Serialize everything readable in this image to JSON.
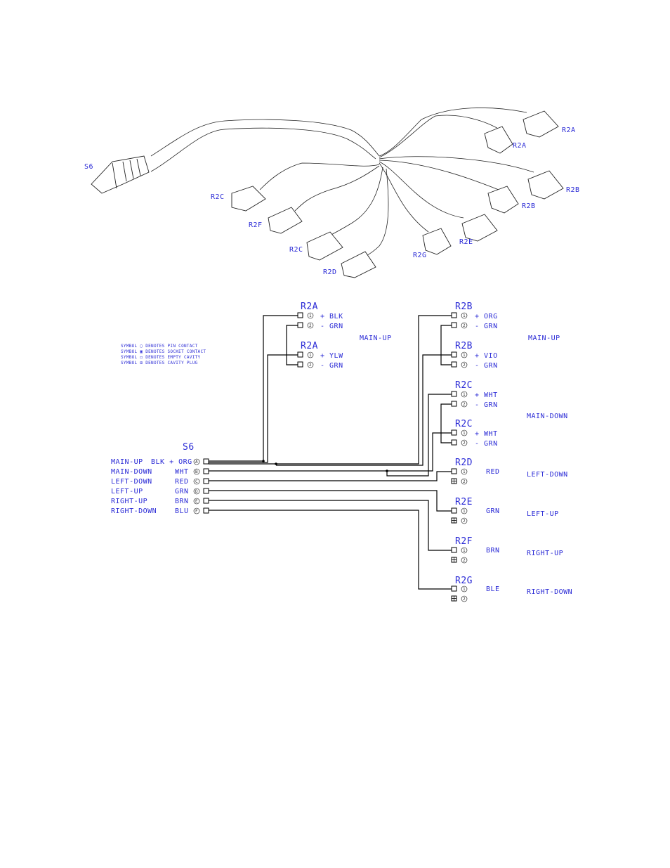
{
  "harness": {
    "s6_label": "S6",
    "r2a_label_1": "R2A",
    "r2a_label_2": "R2A",
    "r2b_label_1": "R2B",
    "r2b_label_2": "R2B",
    "r2c_label_1": "R2C",
    "r2c_label_2": "R2C",
    "r2d_label": "R2D",
    "r2e_label": "R2E",
    "r2f_label": "R2F",
    "r2g_label": "R2G"
  },
  "legend": {
    "lines": [
      "SYMBOL ▢ DENOTES PIN CONTACT",
      "SYMBOL ▣ DENOTES SOCKET CONTACT",
      "SYMBOL ◻ DENOTES EMPTY CAVITY",
      "SYMBOL ⊞ DENOTES CAVITY PLUG"
    ]
  },
  "s6": {
    "title": "S6",
    "rows": [
      {
        "func": "MAIN-UP",
        "color": "BLK + ORG",
        "pin": "A"
      },
      {
        "func": "MAIN-DOWN",
        "color": "WHT",
        "pin": "B"
      },
      {
        "func": "LEFT-DOWN",
        "color": "RED",
        "pin": "C"
      },
      {
        "func": "LEFT-UP",
        "color": "GRN",
        "pin": "D"
      },
      {
        "func": "RIGHT-UP",
        "color": "BRN",
        "pin": "E"
      },
      {
        "func": "RIGHT-DOWN",
        "color": "BLU",
        "pin": "F"
      }
    ]
  },
  "connectors": {
    "r2a_1": {
      "title": "R2A",
      "p1": "+ BLK",
      "p2": "- GRN"
    },
    "r2a_2": {
      "title": "R2A",
      "p1": "+ YLW",
      "p2": "- GRN"
    },
    "r2a_func": "MAIN-UP",
    "r2b_1": {
      "title": "R2B",
      "p1": "+ ORG",
      "p2": "- GRN"
    },
    "r2b_2": {
      "title": "R2B",
      "p1": "+ VIO",
      "p2": "- GRN"
    },
    "r2b_func": "MAIN-UP",
    "r2c_1": {
      "title": "R2C",
      "p1": "+ WHT",
      "p2": "- GRN"
    },
    "r2c_2": {
      "title": "R2C",
      "p1": "+ WHT",
      "p2": "- GRN"
    },
    "r2c_func": "MAIN-DOWN",
    "r2d": {
      "title": "R2D",
      "p1": "RED",
      "func": "LEFT-DOWN"
    },
    "r2e": {
      "title": "R2E",
      "p1": "GRN",
      "func": "LEFT-UP"
    },
    "r2f": {
      "title": "R2F",
      "p1": "BRN",
      "func": "RIGHT-UP"
    },
    "r2g": {
      "title": "R2G",
      "p1": "BLE",
      "func": "RIGHT-DOWN"
    }
  },
  "pin_numbers": {
    "one": "1",
    "two": "2"
  }
}
